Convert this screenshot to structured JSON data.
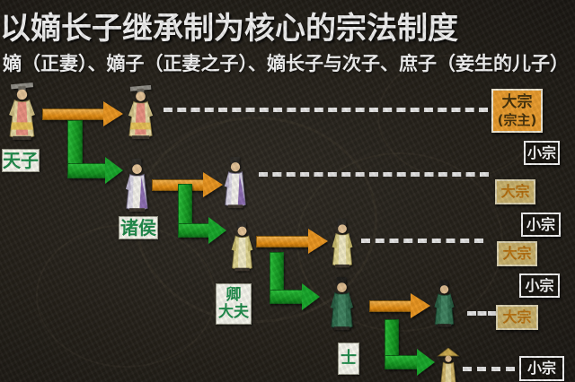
{
  "title": "以嫡长子继承制为核心的宗法制度",
  "subtitle": "嫡（正妻）、嫡子（正妻之子）、嫡长子与次子、庶子（妾生的儿子）",
  "rank_labels": {
    "tianzi": "天子",
    "zhuhou": "诸侯",
    "qing": "卿",
    "dafu": "大夫",
    "shi": "士"
  },
  "right_column": [
    {
      "label": "大宗",
      "sub": "(宗主)",
      "variant": "dazong-primary"
    },
    {
      "label": "小宗",
      "variant": "xiaozong"
    },
    {
      "label": "大宗",
      "variant": "dazong"
    },
    {
      "label": "小宗",
      "variant": "xiaozong"
    },
    {
      "label": "大宗",
      "variant": "dazong"
    },
    {
      "label": "小宗",
      "variant": "xiaozong"
    },
    {
      "label": "大宗",
      "variant": "dazong"
    },
    {
      "label": "小宗",
      "variant": "xiaozong"
    }
  ],
  "colors": {
    "background": "#242019",
    "title_text": "#efefef",
    "succession_arrow_orange": "#e8941f",
    "branch_arrow_green": "#17a62a",
    "dashed_line": "#ededed",
    "dazong_primary_bg": "#e89b2d",
    "dazong_bg": "#c7b06b",
    "dazong_text": "#b5700f",
    "xiaozong_border": "#f0f0f0",
    "rank_label_bg": "#f5f5ec",
    "rank_label_text": "#1e8a4a"
  }
}
